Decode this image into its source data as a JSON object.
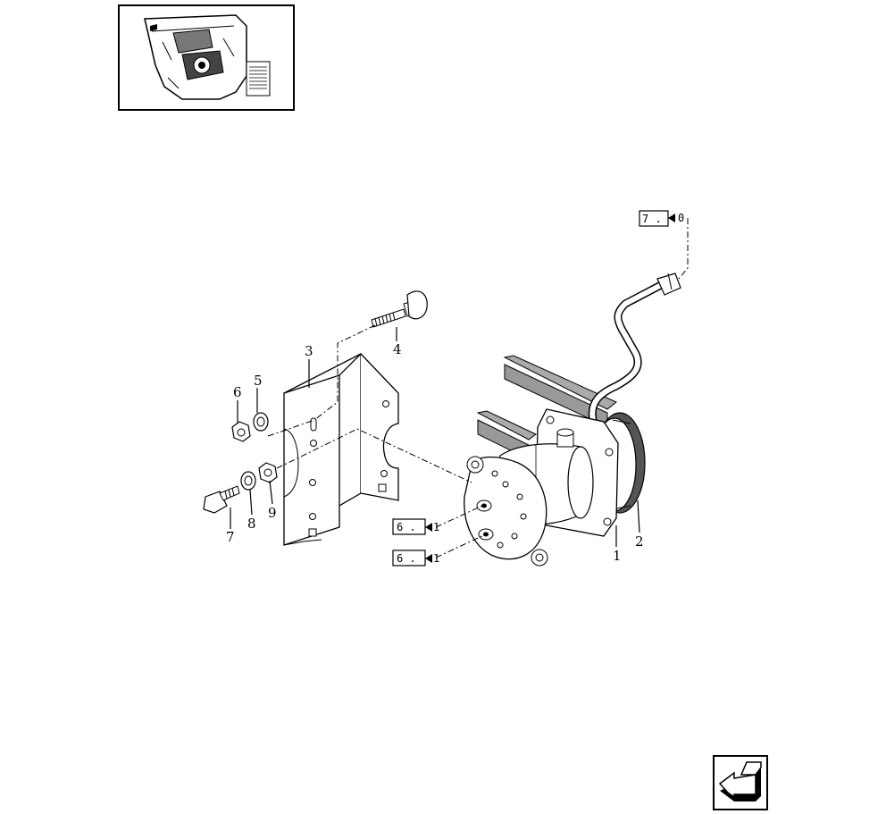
{
  "callouts": {
    "n1": "1",
    "n2": "2",
    "n3": "3",
    "n4": "4",
    "n5": "5",
    "n6": "6",
    "n7": "7",
    "n8": "8",
    "n9": "9"
  },
  "refs": {
    "top": {
      "left": "7 .",
      "right": "0"
    },
    "mid": {
      "left": "6 .",
      "right": "1"
    },
    "bot": {
      "left": "6 .",
      "right": "1"
    }
  },
  "icons": {
    "thumbnail": "tractor-cab-thumbnail",
    "navigation": "arrow-next-page-icon"
  }
}
